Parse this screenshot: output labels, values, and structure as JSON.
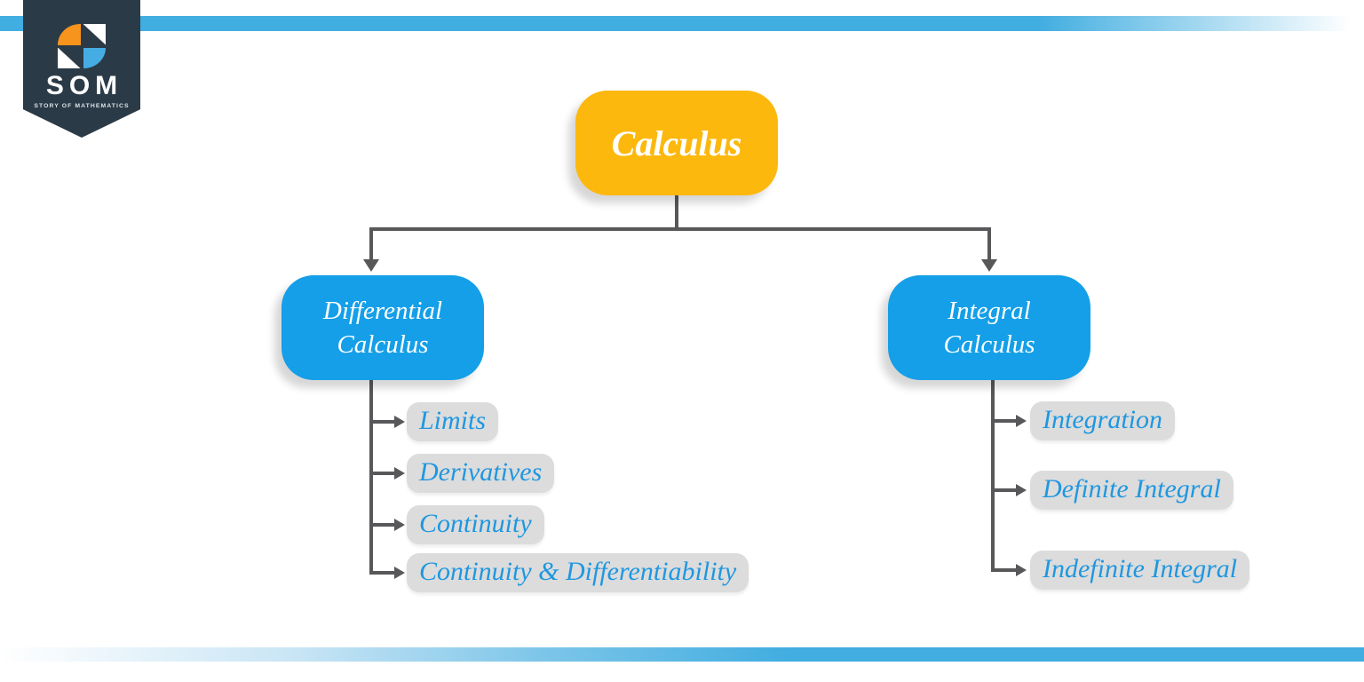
{
  "logo": {
    "acronym": "SOM",
    "tagline": "STORY OF MATHEMATICS",
    "banner_color": "#2B3A47",
    "pinwheel_orange": "#F7941E",
    "pinwheel_blue": "#45ACE4"
  },
  "stripes": {
    "color": "#41ADE0"
  },
  "diagram": {
    "connector_color": "#58585A",
    "root": {
      "label": "Calculus",
      "bg": "#FDB80D",
      "text_color": "#FFFFFF"
    },
    "branches": [
      {
        "label": "Differential\nCalculus",
        "bg": "#149FE8",
        "text_color": "#FFFFFF",
        "items": [
          {
            "label": "Limits"
          },
          {
            "label": "Derivatives"
          },
          {
            "label": "Continuity"
          },
          {
            "label": "Continuity & Differentiability"
          }
        ]
      },
      {
        "label": "Integral\nCalculus",
        "bg": "#149FE8",
        "text_color": "#FFFFFF",
        "items": [
          {
            "label": "Integration"
          },
          {
            "label": "Definite Integral"
          },
          {
            "label": "Indefinite Integral"
          }
        ]
      }
    ],
    "item_bg": "#DCDCDC",
    "item_text_color": "#1F97E0"
  }
}
